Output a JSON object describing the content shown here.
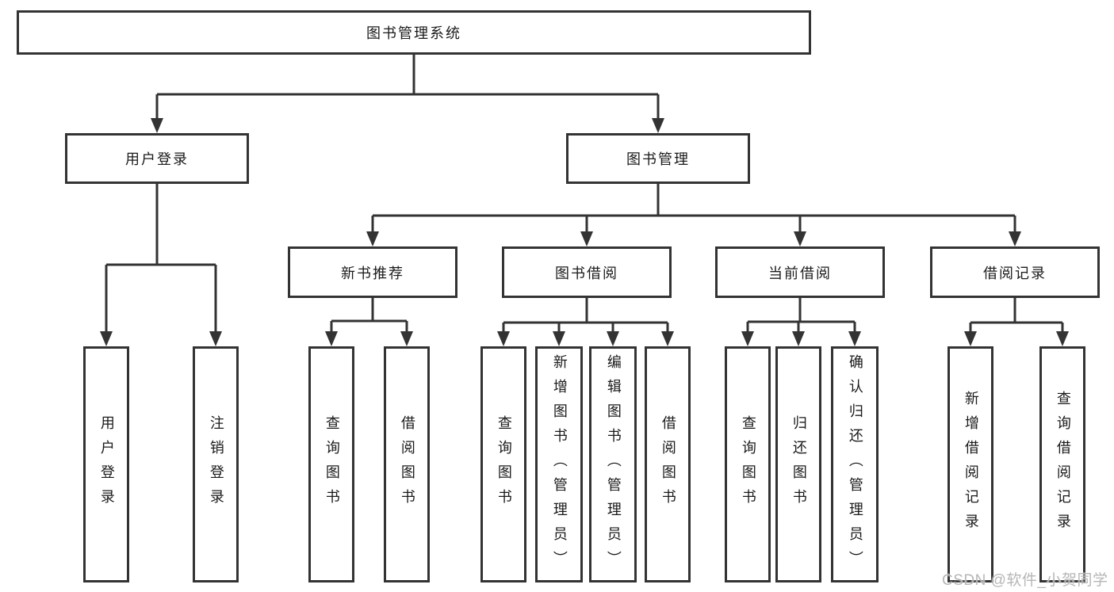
{
  "diagram": {
    "root": {
      "label": "图书管理系统",
      "children": [
        {
          "label": "用户登录",
          "children": [
            {
              "label": "用户登录"
            },
            {
              "label": "注销登录"
            }
          ]
        },
        {
          "label": "图书管理",
          "children": [
            {
              "label": "新书推荐",
              "children": [
                {
                  "label": "查询图书"
                },
                {
                  "label": "借阅图书"
                }
              ]
            },
            {
              "label": "图书借阅",
              "children": [
                {
                  "label": "查询图书"
                },
                {
                  "label": "新增图书（管理员）"
                },
                {
                  "label": "编辑图书（管理员）"
                },
                {
                  "label": "借阅图书"
                }
              ]
            },
            {
              "label": "当前借阅",
              "children": [
                {
                  "label": "查询图书"
                },
                {
                  "label": "归还图书"
                },
                {
                  "label": "确认归还（管理员）"
                }
              ]
            },
            {
              "label": "借阅记录",
              "children": [
                {
                  "label": "新增借阅记录"
                },
                {
                  "label": "查询借阅记录"
                }
              ]
            }
          ]
        }
      ]
    }
  },
  "watermark": "CSDN @软件_小贺同学",
  "colors": {
    "line": "#333333",
    "text": "#1a1a1a",
    "background": "#ffffff",
    "watermark": "#b6b6b6"
  }
}
